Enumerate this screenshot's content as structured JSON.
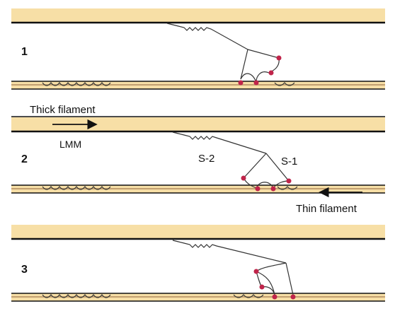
{
  "colors": {
    "filament_fill": "#f7dfa6",
    "filament_line": "#111111",
    "thin_inner_line": "#b08a5e",
    "wire": "#333333",
    "myosin_head": "#c0244a"
  },
  "panels": [
    {
      "number": "1"
    },
    {
      "number": "2"
    },
    {
      "number": "3"
    }
  ],
  "labels": {
    "thick_filament": "Thick filament",
    "lmm": "LMM",
    "s2": "S-2",
    "s1": "S-1",
    "thin_filament": "Thin filament"
  }
}
